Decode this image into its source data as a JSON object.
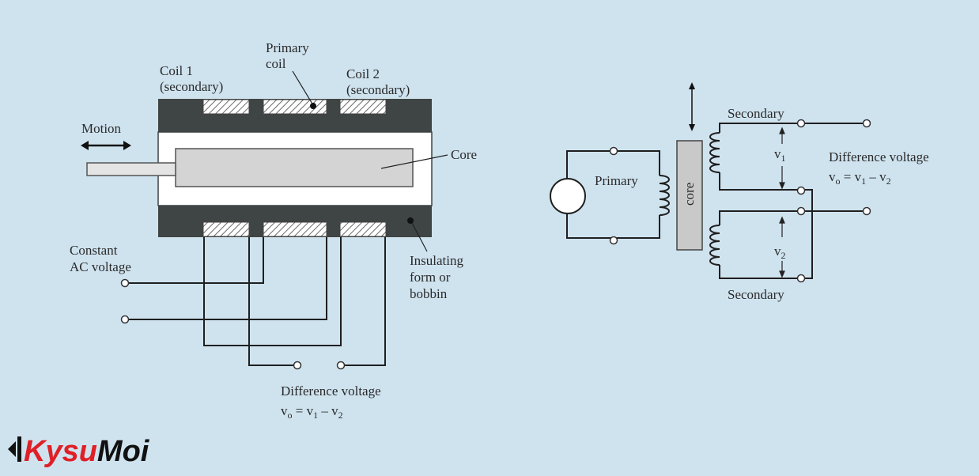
{
  "colors": {
    "background": "#cfe3ef",
    "housing": "#3f4444",
    "core": "#d4d4d4",
    "wire": "#1f1f1f",
    "logo_black": "#111111",
    "logo_red": "#e01f26"
  },
  "left_diagram": {
    "motion": "Motion",
    "coil1_line1": "Coil 1",
    "coil1_line2": "(secondary)",
    "primary_line1": "Primary",
    "primary_line2": "coil",
    "coil2_line1": "Coil 2",
    "coil2_line2": "(secondary)",
    "core": "Core",
    "constant_line1": "Constant",
    "constant_line2": "AC voltage",
    "insulating_line1": "Insulating",
    "insulating_line2": "form or",
    "insulating_line3": "bobbin",
    "diff_line1": "Difference voltage",
    "diff_v": "v",
    "diff_o": "o",
    "diff_eq": " = v",
    "diff_1": "1",
    "diff_minus": " –  v",
    "diff_2": "2"
  },
  "right_diagram": {
    "primary": "Primary",
    "core": "core",
    "secondary_top": "Secondary",
    "secondary_bottom": "Secondary",
    "v1_v": "v",
    "v1_sub": "1",
    "v2_v": "v",
    "v2_sub": "2",
    "diff_line1": "Difference voltage",
    "diff_v": "v",
    "diff_o": "o",
    "diff_eq": " = v",
    "diff_1": "1",
    "diff_minus": " –  v",
    "diff_2": "2"
  },
  "logo": {
    "part1": "Kysu",
    "part2": "Moi"
  }
}
